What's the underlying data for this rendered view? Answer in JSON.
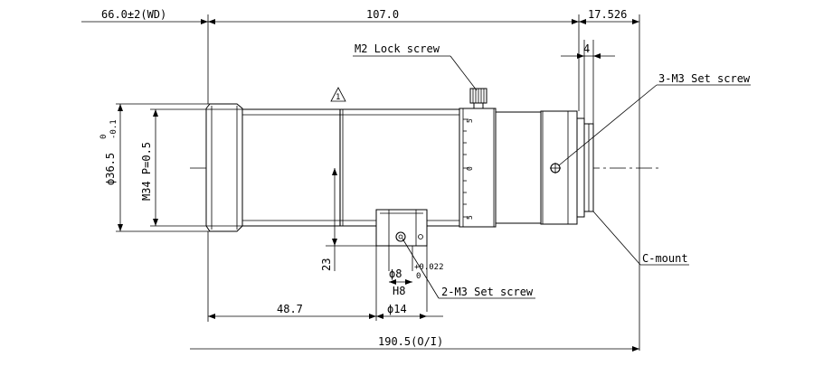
{
  "dimensions": {
    "wd": "66.0±2(WD)",
    "length_107": "107.0",
    "flange_17526": "17.526",
    "width_4": "4",
    "dia_365": "ϕ36.5",
    "tol_0": "0",
    "tol_neg01": "-0.1",
    "thread_m34": "M34 P=0.5",
    "height_23": "23",
    "length_487": "48.7",
    "dia_8": "ϕ8",
    "tol_plus0022": "+0.022",
    "tol_zero": "0",
    "fit_h8": "H8",
    "dia_14": "ϕ14",
    "total_1905": "190.5(O/I)"
  },
  "callouts": {
    "m2_lock": "M2 Lock screw",
    "m3_set3": "3-M3 Set screw",
    "m3_set2": "2-M3 Set screw",
    "cmount": "C-mount",
    "warning": "1"
  },
  "scale": {
    "label_5_top": "5",
    "label_0": "0",
    "label_5_bottom": "5"
  },
  "icons": {
    "warning": "warning-triangle-icon"
  }
}
